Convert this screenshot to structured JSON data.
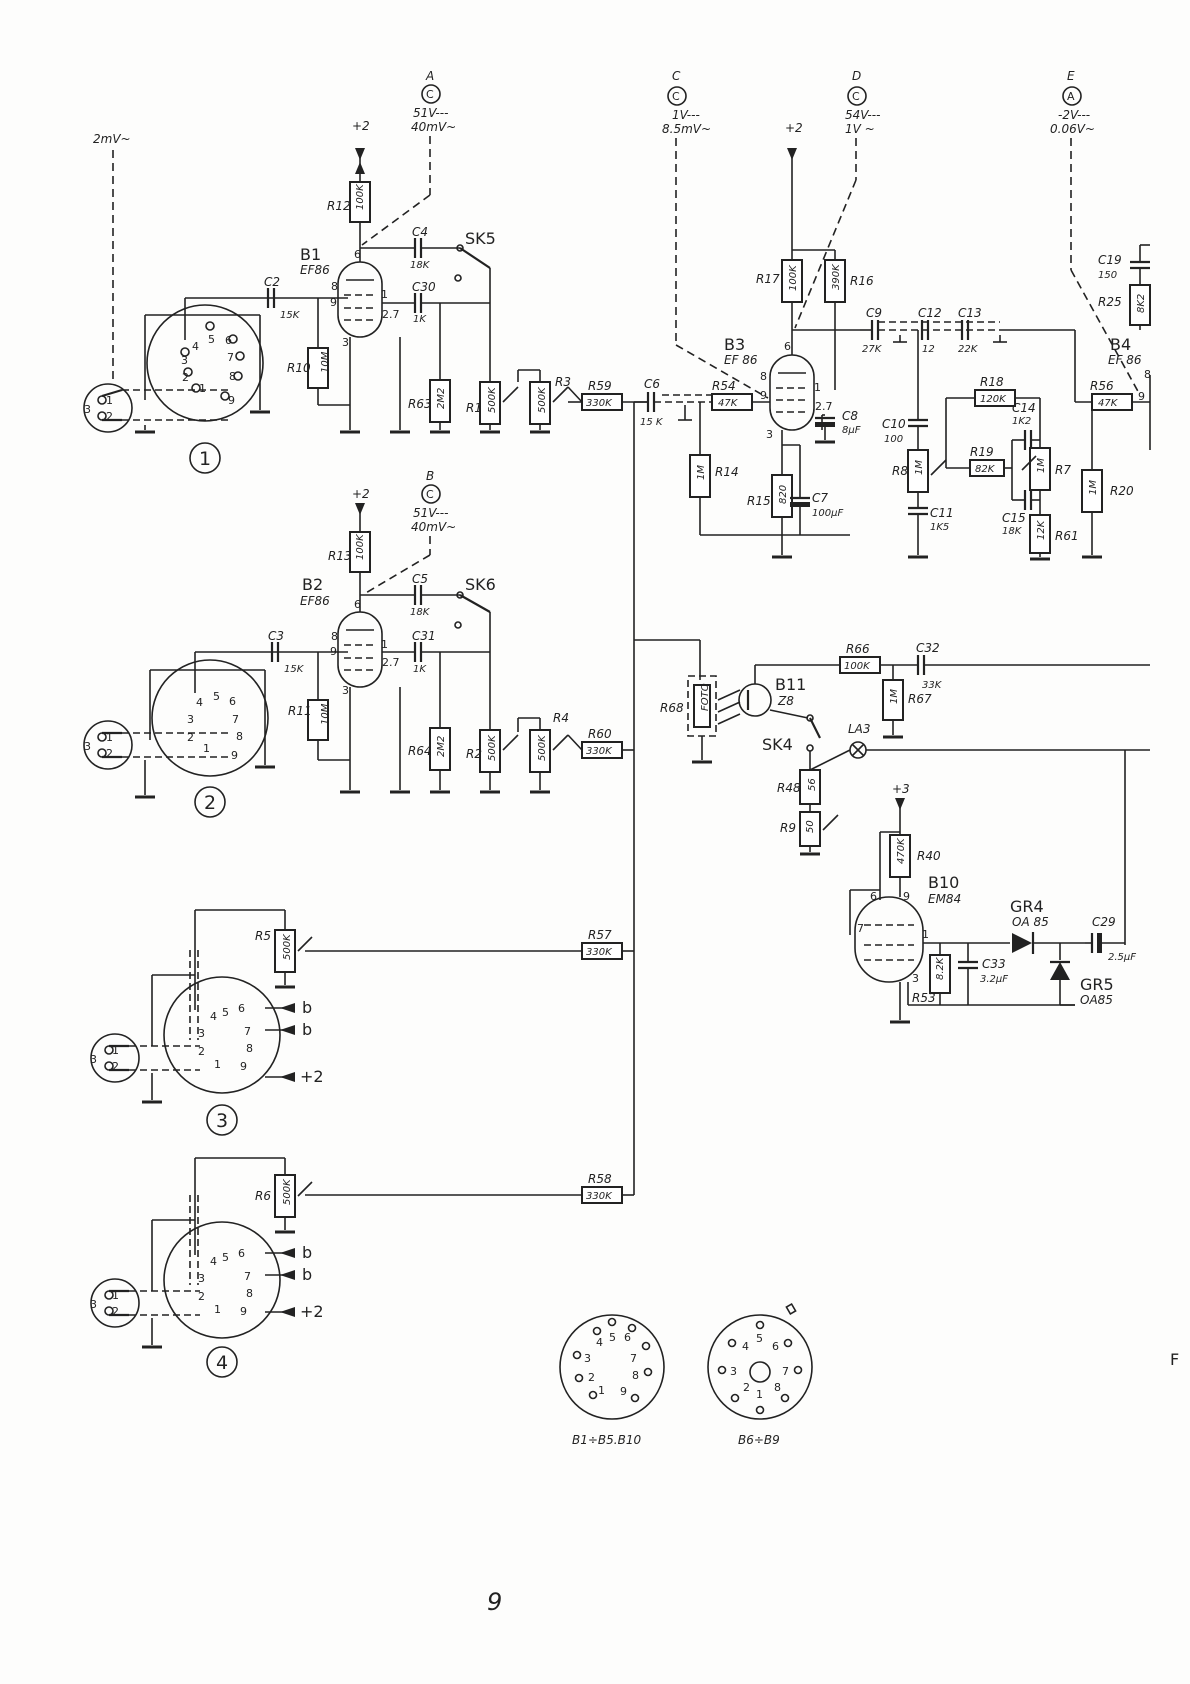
{
  "annotations": {
    "input_level": "2mV~",
    "A": {
      "letter": "A",
      "circle": "C",
      "line1": "51V---",
      "line2": "40mV~"
    },
    "B": {
      "letter": "B",
      "circle": "C",
      "line1": "51V---",
      "line2": "40mV~"
    },
    "C": {
      "letter": "C",
      "circle": "C",
      "line1": "1V---",
      "line2": "8.5mV~"
    },
    "D": {
      "letter": "D",
      "circle": "C",
      "line1": "54V---",
      "line2": "1V ~"
    },
    "E": {
      "letter": "E",
      "circle": "A",
      "line1": "-2V---",
      "line2": "0.06V~"
    }
  },
  "tubes": {
    "B1": {
      "name": "B1",
      "type": "EF86"
    },
    "B2": {
      "name": "B2",
      "type": "EF86"
    },
    "B3": {
      "name": "B3",
      "type": "EF 86"
    },
    "B4": {
      "name": "B4",
      "type": "EF 86"
    },
    "B10": {
      "name": "B10",
      "type": "EM84"
    },
    "B11": {
      "name": "B11",
      "type": "Z8"
    }
  },
  "resistors": {
    "R12": {
      "ref": "R12",
      "value": "100K"
    },
    "R13": {
      "ref": "R13",
      "value": "100K"
    },
    "R10": {
      "ref": "R10",
      "value": "10M"
    },
    "R11": {
      "ref": "R11",
      "value": "10M"
    },
    "R63": {
      "ref": "R63",
      "value": "2M2"
    },
    "R64": {
      "ref": "R64",
      "value": "2M2"
    },
    "R1": {
      "ref": "R1",
      "value": "500K"
    },
    "R2": {
      "ref": "R2",
      "value": "500K"
    },
    "R3": {
      "ref": "R3",
      "value": "500K"
    },
    "R4": {
      "ref": "R4",
      "value": "500K"
    },
    "R59": {
      "ref": "R59",
      "value": "330K"
    },
    "R60": {
      "ref": "R60",
      "value": "330K"
    },
    "R57": {
      "ref": "R57",
      "value": "330K"
    },
    "R58": {
      "ref": "R58",
      "value": "330K"
    },
    "R5": {
      "ref": "R5",
      "value": "500K"
    },
    "R6": {
      "ref": "R6",
      "value": "500K"
    },
    "R54": {
      "ref": "R54",
      "value": "47K"
    },
    "R14": {
      "ref": "R14",
      "value": "1M"
    },
    "R15": {
      "ref": "R15",
      "value": "820"
    },
    "R17": {
      "ref": "R17",
      "value": "100K"
    },
    "R16": {
      "ref": "R16",
      "value": "390K"
    },
    "R18": {
      "ref": "R18",
      "value": "120K"
    },
    "R19": {
      "ref": "R19",
      "value": "82K"
    },
    "R8": {
      "ref": "R8",
      "value": "1M"
    },
    "R7": {
      "ref": "R7",
      "value": "1M"
    },
    "R61": {
      "ref": "R61",
      "value": "12K"
    },
    "R20": {
      "ref": "R20",
      "value": "1M"
    },
    "R56": {
      "ref": "R56",
      "value": "47K"
    },
    "R25": {
      "ref": "R25",
      "value": "8K2"
    },
    "R66": {
      "ref": "R66",
      "value": "100K"
    },
    "R67": {
      "ref": "R67",
      "value": "1M"
    },
    "R68": {
      "ref": "R68",
      "value": "FOTO"
    },
    "R48": {
      "ref": "R48",
      "value": "56"
    },
    "R9": {
      "ref": "R9",
      "value": "50"
    },
    "R40": {
      "ref": "R40",
      "value": "470K"
    },
    "R53": {
      "ref": "R53",
      "value": "8.2K"
    }
  },
  "capacitors": {
    "C2": {
      "ref": "C2",
      "value": "15K"
    },
    "C3": {
      "ref": "C3",
      "value": "15K"
    },
    "C4": {
      "ref": "C4",
      "value": "18K"
    },
    "C5": {
      "ref": "C5",
      "value": "18K"
    },
    "C30": {
      "ref": "C30",
      "value": "1K"
    },
    "C31": {
      "ref": "C31",
      "value": "1K"
    },
    "C6": {
      "ref": "C6",
      "value": "15 K"
    },
    "C7": {
      "ref": "C7",
      "value": "100µF"
    },
    "C8": {
      "ref": "C8",
      "value": "8µF"
    },
    "C9": {
      "ref": "C9",
      "value": "27K"
    },
    "C12": {
      "ref": "C12",
      "value": "12"
    },
    "C13": {
      "ref": "C13",
      "value": "22K"
    },
    "C10": {
      "ref": "C10",
      "value": "100"
    },
    "C11": {
      "ref": "C11",
      "value": "1K5"
    },
    "C14": {
      "ref": "C14",
      "value": "1K2"
    },
    "C15": {
      "ref": "C15",
      "value": "18K"
    },
    "C19": {
      "ref": "C19",
      "value": "150"
    },
    "C32": {
      "ref": "C32",
      "value": "33K"
    },
    "C33": {
      "ref": "C33",
      "value": "3.2µF"
    },
    "C29": {
      "ref": "C29",
      "value": "2.5µF"
    }
  },
  "switches": {
    "SK5": "SK5",
    "SK6": "SK6",
    "SK4": "SK4"
  },
  "lamp": "LA3",
  "diodes": {
    "GR4": {
      "ref": "GR4",
      "type": "OA 85"
    },
    "GR5": {
      "ref": "GR5",
      "type": "OA85"
    }
  },
  "supply": {
    "plus2": "+2",
    "plus3": "+3"
  },
  "connectors": [
    "1",
    "2",
    "3",
    "4"
  ],
  "socket_side_labels": {
    "b": "b",
    "plus2": "+2"
  },
  "sockets": {
    "noval": {
      "caption": "B1÷B5.B10"
    },
    "octal": {
      "caption": "B6÷B9"
    }
  },
  "edge_letter": "F",
  "page_number": "9"
}
